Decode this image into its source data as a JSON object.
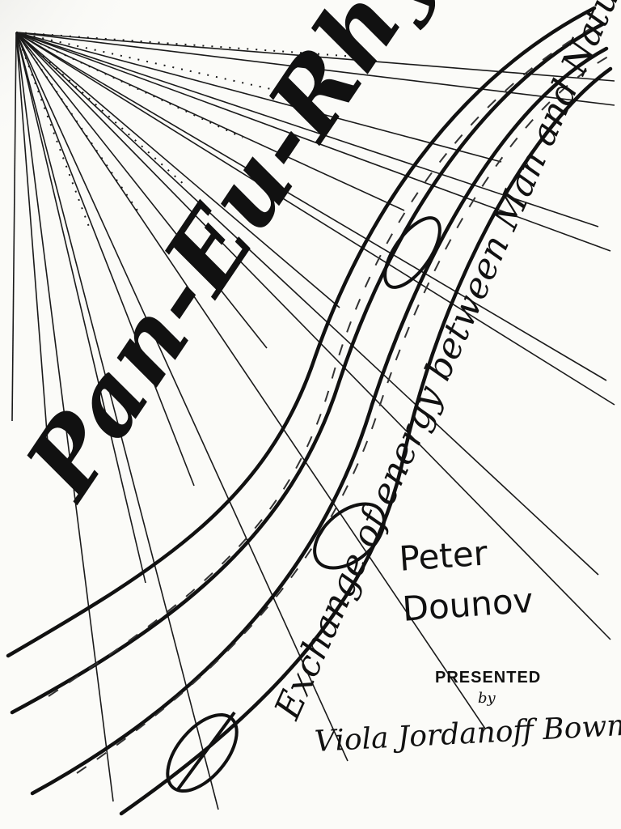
{
  "cover": {
    "title": "Pan-Eu-Rhythmy",
    "subtitle": "Exchange of energy between Man and Nature",
    "author_first": "Peter",
    "author_last": "Dounov",
    "presented_label": "PRESENTED",
    "by_label": "by",
    "presenter": "Viola Jordanoff Bowman"
  },
  "colors": {
    "ink": "#151515",
    "paper": "#fbfbf8"
  },
  "icons": [
    "sun-rays",
    "leaf-shape"
  ]
}
